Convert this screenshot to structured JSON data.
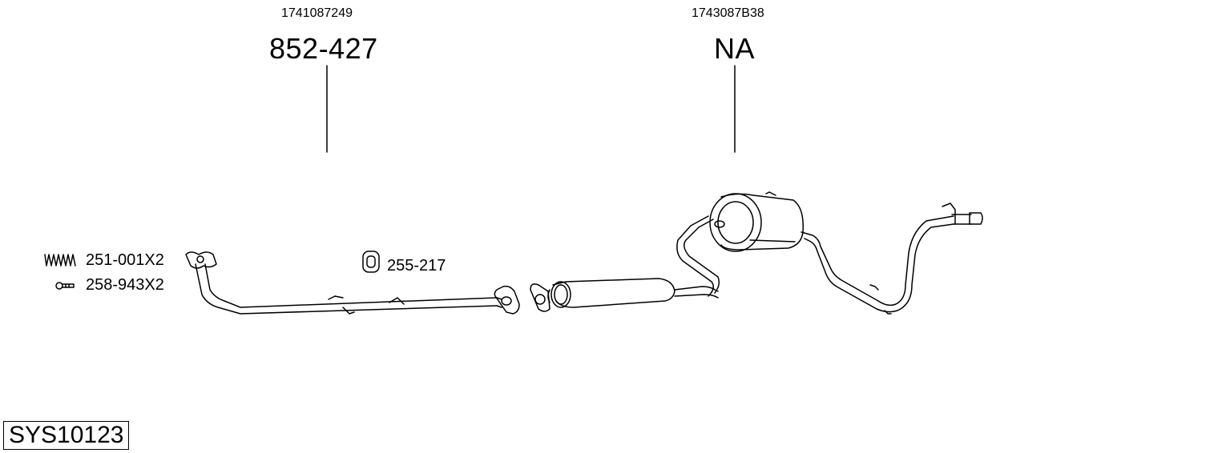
{
  "diagram": {
    "parts": [
      {
        "oem": "1741087249",
        "part_number": "852-427"
      },
      {
        "oem": "1743087B38",
        "part_number": "NA"
      }
    ],
    "accessories": [
      {
        "label": "251-001X2",
        "icon": "spring-icon"
      },
      {
        "label": "258-943X2",
        "icon": "bolt-icon"
      },
      {
        "label": "255-217",
        "icon": "rubber-hanger-icon"
      }
    ],
    "system_id": "SYS10123"
  }
}
